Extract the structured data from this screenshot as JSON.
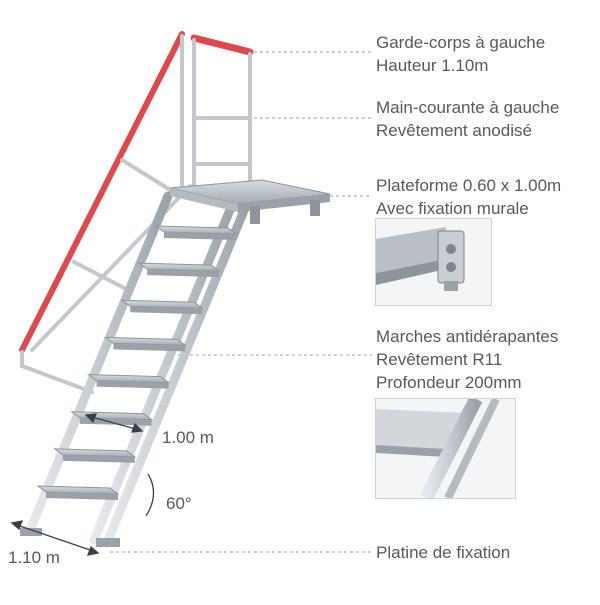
{
  "labels": {
    "guardrail": {
      "line1": "Garde-corps à gauche",
      "line2": "Hauteur 1.10m"
    },
    "handrail": {
      "line1": "Main-courante à gauche",
      "line2": "Revêtement anodisé"
    },
    "platform": {
      "line1": "Plateforme 0.60 x 1.00m",
      "line2": "Avec fixation murale"
    },
    "steps": {
      "line1": "Marches antidérapantes",
      "line2": "Revêtement R11",
      "line3": "Profondeur 200mm"
    },
    "base": {
      "line1": "Platine de fixation"
    }
  },
  "dimensions": {
    "step_width": "1.00 m",
    "angle": "60°",
    "footprint_width": "1.10 m"
  },
  "colors": {
    "handrail_red": "#e0484b",
    "aluminium": "#c9ced3",
    "aluminium_dark": "#8d949b",
    "text": "#555a60",
    "leader": "#9aa0a6"
  }
}
